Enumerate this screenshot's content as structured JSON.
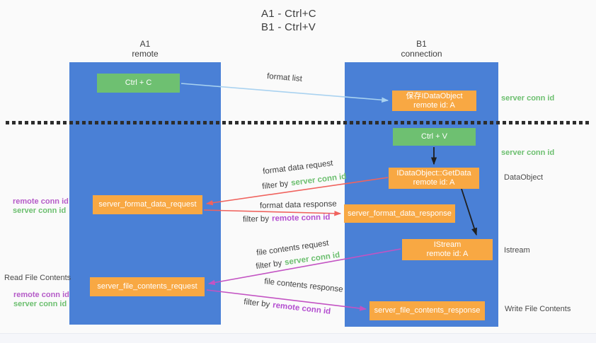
{
  "title": {
    "line1": "A1 - Ctrl+C",
    "line2": "B1 - Ctrl+V"
  },
  "lifelines": {
    "a1": {
      "name": "A1",
      "role": "remote"
    },
    "b1": {
      "name": "B1",
      "role": "connection"
    }
  },
  "nodes": {
    "ctrl_c": {
      "label": "Ctrl + C"
    },
    "ctrl_v": {
      "label": "Ctrl + V"
    },
    "save_idataobject": {
      "line1": "保存IDataObject",
      "line2": "remote id: A"
    },
    "getdata": {
      "line1": "IDataObject::GetData",
      "line2": "remote id: A"
    },
    "istream": {
      "line1": "IStream",
      "line2": "remote id: A"
    },
    "server_format_data_request": {
      "label": "server_format_data_request"
    },
    "server_format_data_response": {
      "label": "server_format_data_response"
    },
    "server_file_contents_request": {
      "label": "server_file_contents_request"
    },
    "server_file_contents_response": {
      "label": "server_file_contents_response"
    }
  },
  "flow_labels": {
    "format_list": "format list",
    "format_data_request": "format data request",
    "format_data_response": "format data response",
    "file_contents_request": "file contents request",
    "file_contents_response": "file contents response",
    "filter_by": "filter by",
    "server_conn_id": "server conn id",
    "remote_conn_id": "remote conn id"
  },
  "side_labels": {
    "server_conn_id": "server conn id",
    "remote_conn_id": "remote conn id",
    "dataobject": "DataObject",
    "istream": "Istream",
    "read_file_contents": "Read File Contents",
    "write_file_contents": "Write File Contents"
  },
  "colors": {
    "lifeline_blue": "#4a80d6",
    "node_green": "#6ec071",
    "node_orange": "#f8a843",
    "arrow_light_blue": "#a9d2f0",
    "arrow_red": "#f0635e",
    "arrow_magenta": "#c353c3",
    "arrow_black": "#1f1f1f",
    "label_green": "#6cbf6f",
    "label_purple": "#b44fd0",
    "text_dark": "#3d3d3d"
  }
}
